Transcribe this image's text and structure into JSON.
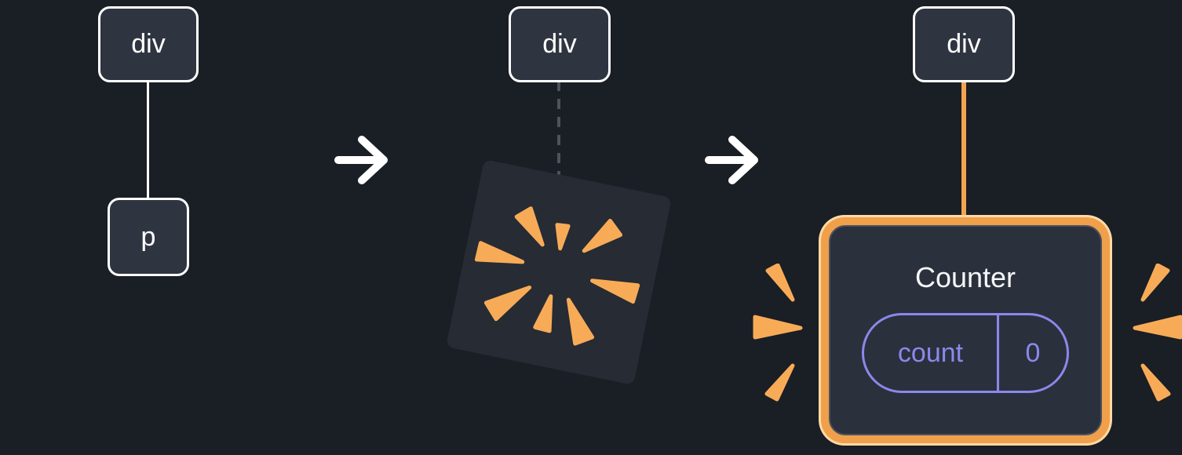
{
  "stages": {
    "before": {
      "root_label": "div",
      "child_label": "p"
    },
    "during": {
      "root_label": "div"
    },
    "after": {
      "root_label": "div",
      "component": {
        "title": "Counter",
        "state_key": "count",
        "state_value": "0"
      }
    }
  },
  "colors": {
    "background": "#1A1E25",
    "node_fill": "#2F3540",
    "node_border": "#FFFFFF",
    "arrow_white": "#FFFFFF",
    "dashed_connector_gray": "#4D525B",
    "spark_orange": "#F8AB57",
    "component_border_orange": "#F0A04A",
    "connector_orange": "#F3A44F",
    "state_purple": "#8B88EC"
  }
}
